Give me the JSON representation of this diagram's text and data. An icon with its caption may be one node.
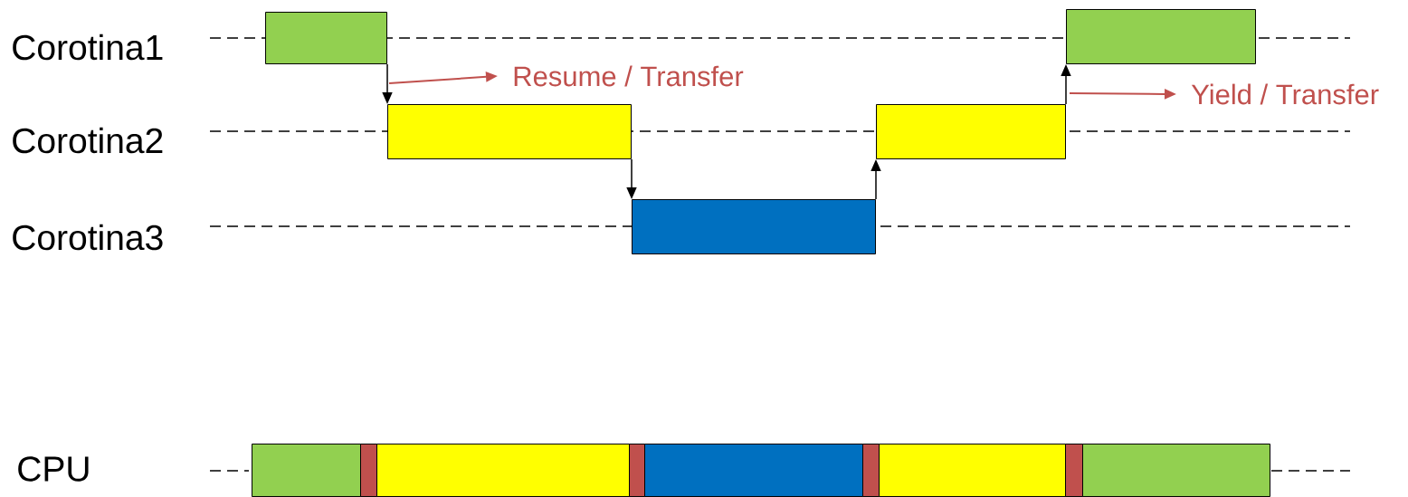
{
  "diagram": {
    "nodes": [
      {
        "text": [],
        "shape": "box"
      },
      {
        "text": [],
        "shape": "box"
      },
      {
        "text": [],
        "shape": "box"
      },
      {
        "text": [],
        "shape": "box"
      },
      {
        "text": [],
        "shape": "box"
      },
      {
        "text": [
          "Resume / Transfer"
        ]
      },
      {
        "text": [
          "Yield / Transfer"
        ]
      },
      {
        "text": [],
        "shape": "box"
      },
      {
        "text": [],
        "shape": "box"
      },
      {
        "text": [],
        "shape": "box"
      },
      {
        "text": [],
        "shape": "box"
      },
      {
        "text": [],
        "shape": "box"
      },
      {
        "text": [],
        "shape": "box"
      },
      {
        "text": [],
        "shape": "box"
      },
      {
        "text": [],
        "shape": "box"
      },
      {
        "text": [],
        "shape": "box"
      }
    ],
    "edges": [
      {
        "from": 0,
        "to": 1,
        "arrow": "to"
      },
      {
        "from": 1,
        "to": 2,
        "arrow": "to"
      },
      {
        "from": 2,
        "to": 3,
        "arrow": "to"
      },
      {
        "from": 3,
        "to": 4,
        "arrow": "to"
      },
      {
        "from": null,
        "to": 5,
        "arrow": "to",
        "color": "#c0504d"
      },
      {
        "from": 3,
        "to": 6,
        "arrow": "to",
        "color": "#c0504d"
      }
    ],
    "labels": [
      "Corotina1",
      "Corotina2",
      "Corotina3",
      "CPU"
    ]
  }
}
